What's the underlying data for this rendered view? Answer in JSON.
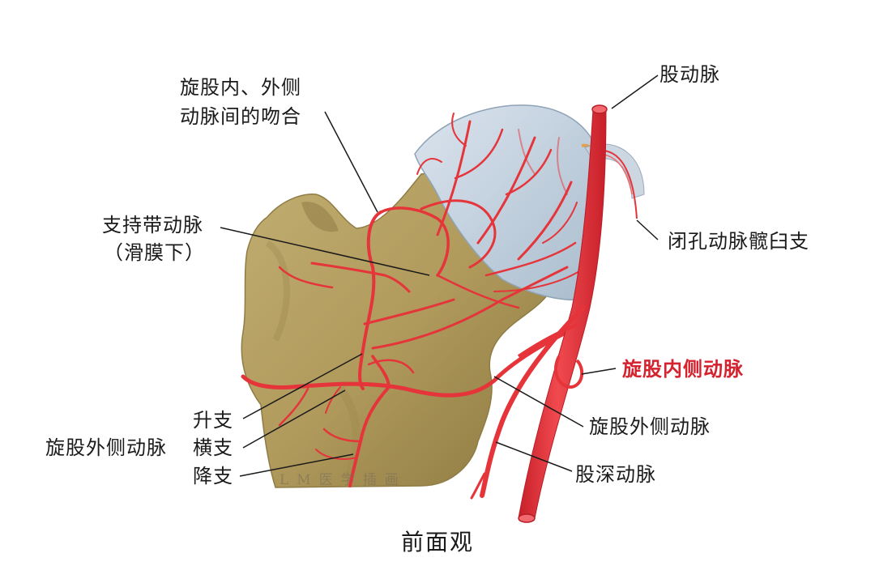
{
  "diagram": {
    "title": "前面观",
    "watermark": "LM医学插画",
    "colors": {
      "bone": "#b8a46a",
      "bone_shadow": "#8f7c45",
      "cartilage": "#c9d6e3",
      "artery": "#e5353a",
      "artery_light": "#f06a6a",
      "label_text": "#1a1a1a",
      "highlight_label": "#d4222e",
      "leader_line": "#1a1a1a"
    },
    "labels": {
      "anastomosis_line1": "旋股内、外侧",
      "anastomosis_line2": "动脉间的吻合",
      "femoral_artery": "股动脉",
      "retinacular_line1": "支持带动脉",
      "retinacular_line2": "（滑膜下）",
      "obturator_acetabular": "闭孔动脉髋臼支",
      "medial_circumflex": "旋股内侧动脉",
      "lateral_circumflex": "旋股外侧动脉",
      "deep_femoral": "股深动脉",
      "lcfa_group": "旋股外侧动脉",
      "ascending_branch": "升支",
      "transverse_branch": "横支",
      "descending_branch": "降支"
    }
  }
}
